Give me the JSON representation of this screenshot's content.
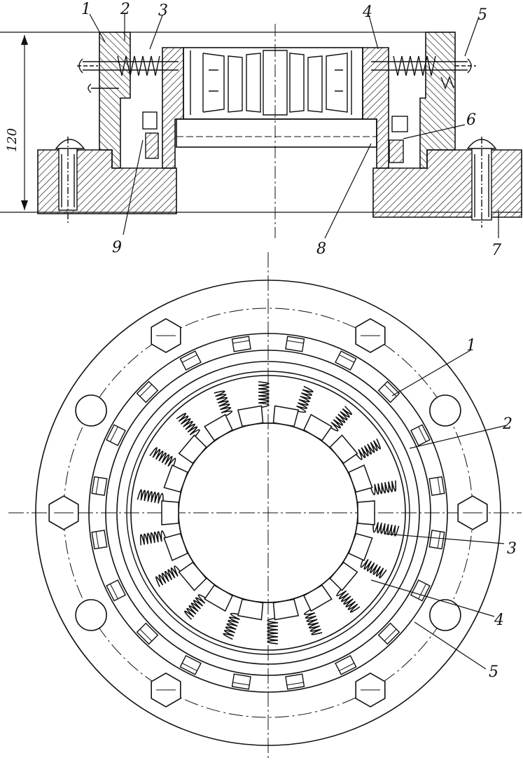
{
  "section_view": {
    "dimension_height": "120",
    "callouts": [
      "1",
      "2",
      "3",
      "4",
      "5",
      "6",
      "7",
      "8",
      "9"
    ]
  },
  "plan_view": {
    "callouts": [
      "1",
      "2",
      "3",
      "4",
      "5"
    ]
  },
  "colors": {
    "ink": "#111111",
    "paper": "#ffffff"
  }
}
